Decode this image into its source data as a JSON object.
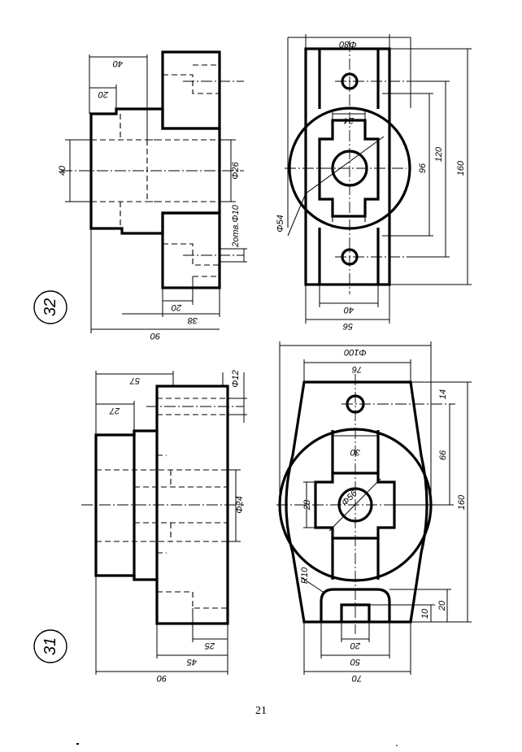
{
  "page_number": "21",
  "figure_31": {
    "number": "31",
    "dims": {
      "d12": "Φ12",
      "d24": "Φ24",
      "d56": "Φ56",
      "d76": "76",
      "d100": "Φ100",
      "d57": "57",
      "d27": "27",
      "d25": "25",
      "d45": "45",
      "d90": "90",
      "d14": "14",
      "d66": "66",
      "d160": "160",
      "d30": "30",
      "d28": "28",
      "r10": "R10",
      "d10": "10",
      "d20": "20",
      "d20b": "20",
      "d50": "50",
      "d70": "70"
    }
  },
  "figure_32": {
    "number": "32",
    "dims": {
      "d40top": "40",
      "d20top": "20",
      "d40left": "40",
      "d26": "Φ26",
      "holes": "2отв.Φ10",
      "d20bot": "20",
      "d38": "38",
      "d90": "90",
      "d80": "Φ80",
      "d24": "24",
      "d96": "96",
      "d120": "120",
      "d160": "160",
      "d54": "Φ54",
      "d40bot": "40",
      "d56": "56"
    }
  }
}
